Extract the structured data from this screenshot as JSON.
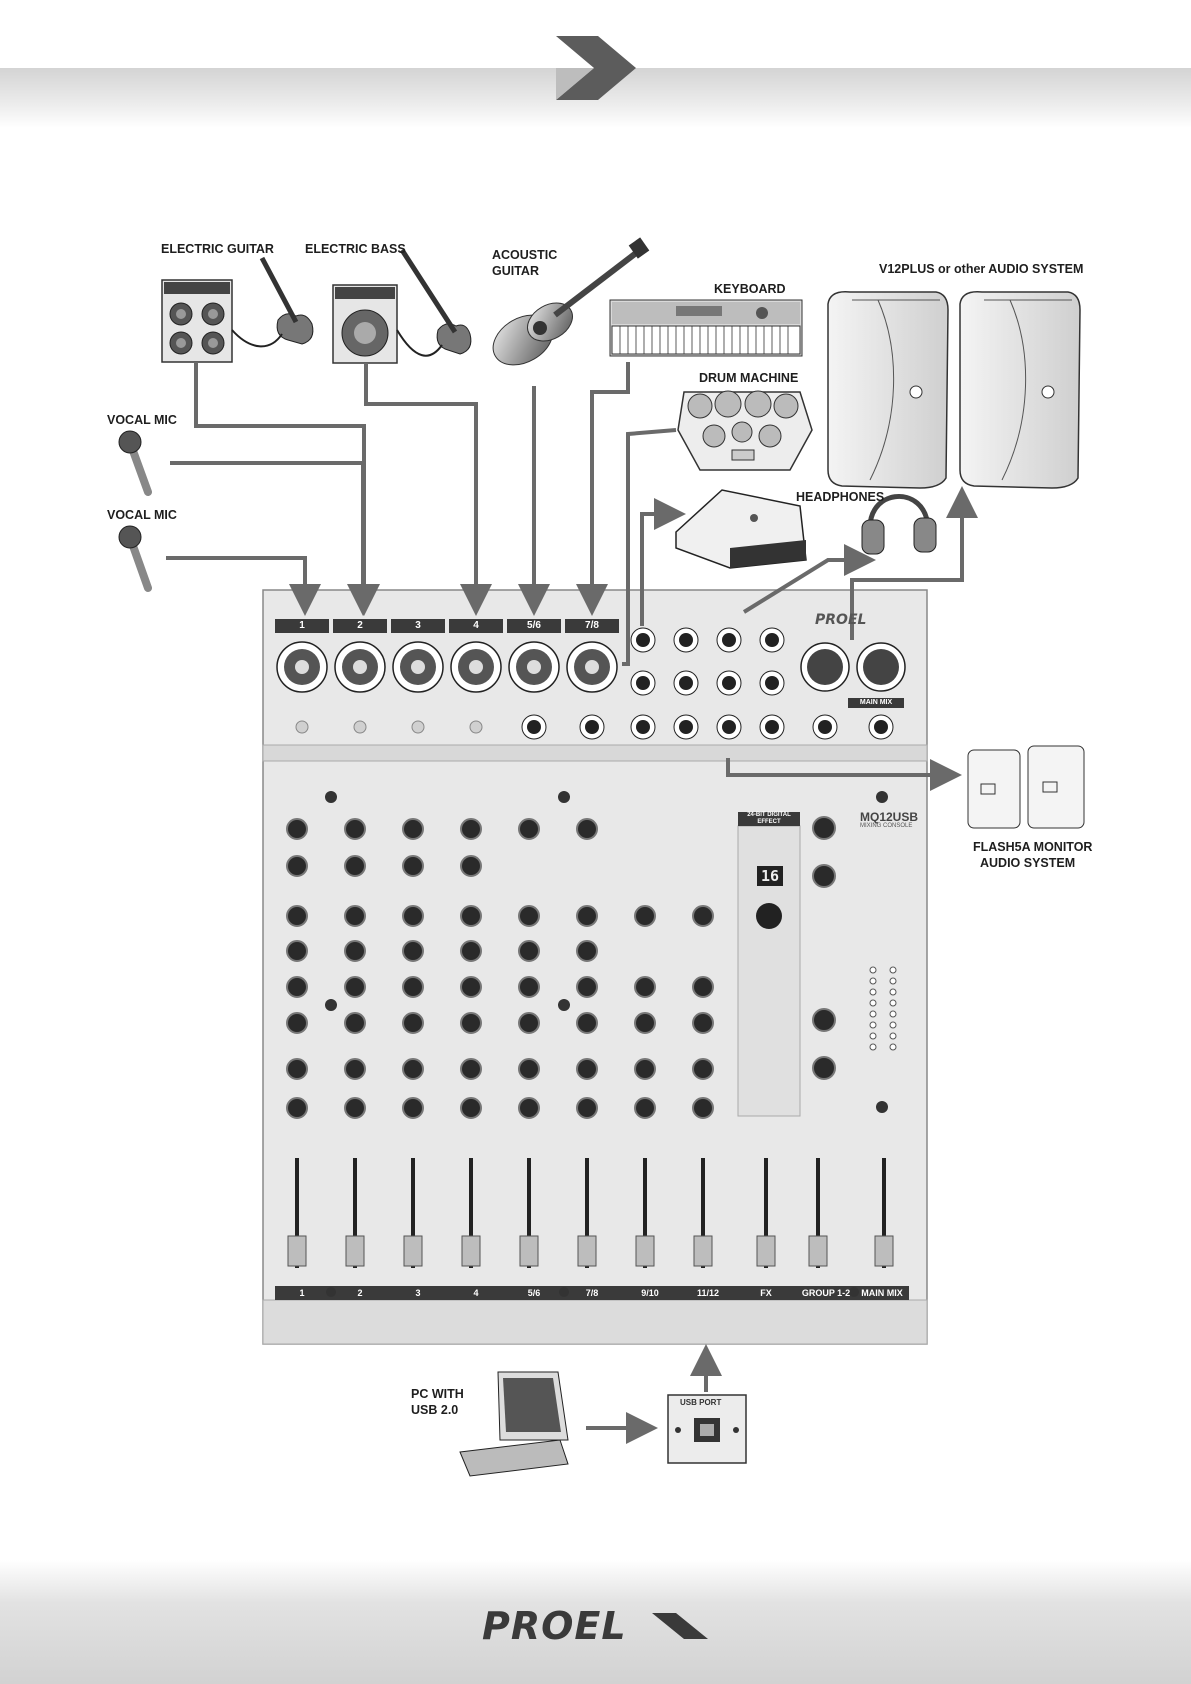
{
  "labels": {
    "electric_guitar": "ELECTRIC GUITAR",
    "electric_bass": "ELECTRIC BASS",
    "acoustic_guitar_1": "ACOUSTIC",
    "acoustic_guitar_2": "GUITAR",
    "keyboard": "KEYBOARD",
    "drum_machine": "DRUM MACHINE",
    "audio_system": "V12PLUS or other AUDIO SYSTEM",
    "headphones": "HEADPHONES",
    "vocal_mic_1": "VOCAL MIC",
    "vocal_mic_2": "VOCAL MIC",
    "flash_monitor_1": "FLASH5A MONITOR",
    "flash_monitor_2": "AUDIO SYSTEM",
    "pc_1": "PC WITH",
    "pc_2": "USB 2.0",
    "usb_port": "USB PORT"
  },
  "mixer": {
    "brand": "PROEL",
    "model": "MQ12USB",
    "model_sub": "MIXING CONSOLE",
    "top_channels": [
      "1",
      "2",
      "3",
      "4",
      "5/6",
      "7/8"
    ],
    "bottom_channels": [
      "1",
      "2",
      "3",
      "4",
      "5/6",
      "7/8",
      "9/10",
      "11/12",
      "FX",
      "GROUP 1-2",
      "MAIN MIX"
    ],
    "fx_header": "24-BIT DIGITAL EFFECT",
    "preset_display": "16",
    "main_mix_label": "MAIN MIX"
  },
  "footer": {
    "logo": "PROEL"
  }
}
